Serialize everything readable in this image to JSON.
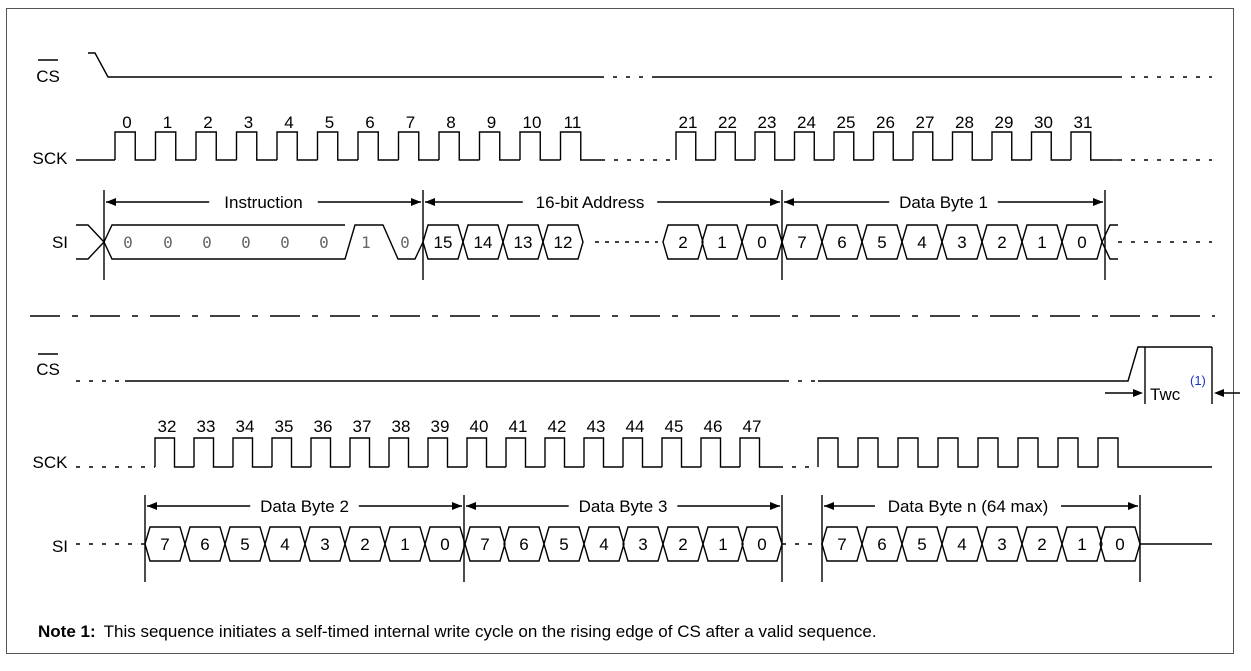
{
  "signals": {
    "cs": "CS",
    "sck": "SCK",
    "si": "SI"
  },
  "sck_numbers_row1": [
    "0",
    "1",
    "2",
    "3",
    "4",
    "5",
    "6",
    "7",
    "8",
    "9",
    "10",
    "11",
    "21",
    "22",
    "23",
    "24",
    "25",
    "26",
    "27",
    "28",
    "29",
    "30",
    "31"
  ],
  "sck_numbers_row2": [
    "32",
    "33",
    "34",
    "35",
    "36",
    "37",
    "38",
    "39",
    "40",
    "41",
    "42",
    "43",
    "44",
    "45",
    "46",
    "47"
  ],
  "field_labels": {
    "instruction": "Instruction",
    "address": "16-bit Address",
    "data_byte_1": "Data Byte 1",
    "data_byte_2": "Data Byte 2",
    "data_byte_3": "Data Byte 3",
    "data_byte_n": "Data Byte n (64 max)"
  },
  "instruction_bits": [
    "0",
    "0",
    "0",
    "0",
    "0",
    "0",
    "1",
    "0"
  ],
  "address_bits_high": [
    "15",
    "14",
    "13",
    "12"
  ],
  "address_bits_low": [
    "2",
    "1",
    "0"
  ],
  "data_bits": [
    "7",
    "6",
    "5",
    "4",
    "3",
    "2",
    "1",
    "0"
  ],
  "twc": {
    "label": "Twc",
    "superscript": "(1)"
  },
  "note": {
    "label": "Note 1:",
    "text": "This sequence initiates a self-timed internal write cycle on the rising edge of CS after a valid sequence."
  },
  "colors": {
    "line": "#000000",
    "instruction_bit_text": "#666666",
    "superscript": "#1a34c4"
  }
}
